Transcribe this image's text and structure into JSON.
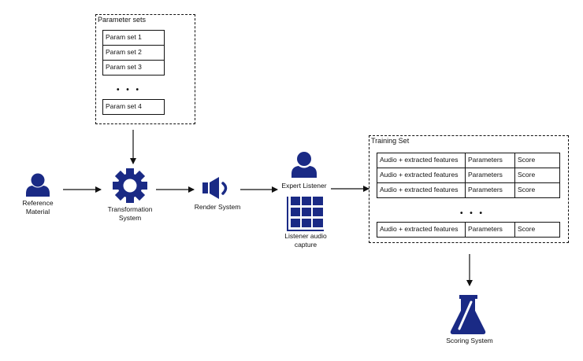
{
  "colors": {
    "icon": "#1a2a85",
    "line": "#111111"
  },
  "parameter_sets": {
    "title": "Parameter sets",
    "items": [
      "Param set 1",
      "Param set 2",
      "Param set 3"
    ],
    "ellipsis": "• • •",
    "last_item": "Param set 4"
  },
  "nodes": {
    "reference": {
      "line1": "Reference",
      "line2": "Material",
      "icon": "person-icon"
    },
    "transformation": {
      "line1": "Transformation",
      "line2": "System",
      "icon": "gear-icon"
    },
    "render": {
      "line1": "Render System",
      "icon": "speaker-icon"
    },
    "expert": {
      "line1": "Expert Listener",
      "icon": "person-icon"
    },
    "capture": {
      "line1": "Listener audio",
      "line2": "capture",
      "icon": "grid-icon"
    },
    "scoring": {
      "line1": "Scoring System",
      "icon": "flask-icon"
    }
  },
  "training_set": {
    "title": "Training Set",
    "rows": [
      [
        "Audio + extracted features",
        "Parameters",
        "Score"
      ],
      [
        "Audio + extracted features",
        "Parameters",
        "Score"
      ],
      [
        "Audio + extracted features",
        "Parameters",
        "Score"
      ]
    ],
    "ellipsis": "• • •",
    "last_row": [
      "Audio + extracted features",
      "Parameters",
      "Score"
    ]
  }
}
